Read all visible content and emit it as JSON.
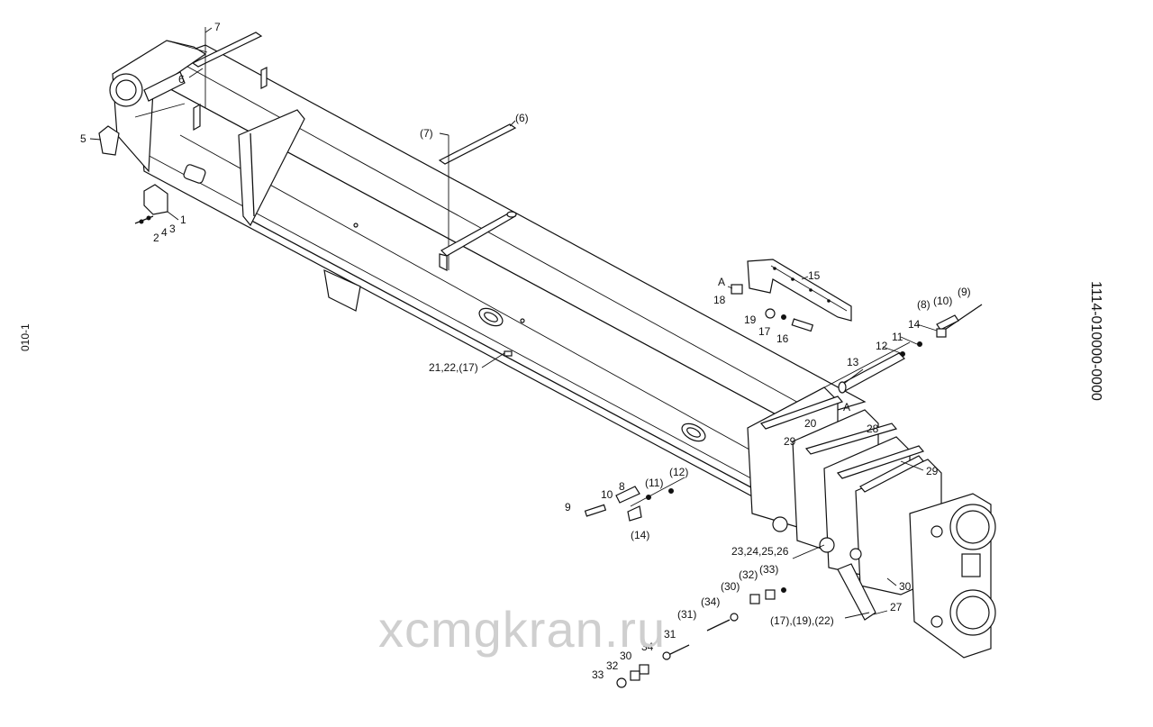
{
  "drawing_number": "1114-010000-0000",
  "side_code": "010-1",
  "watermark": "xcmgkran.ru",
  "callouts": {
    "c7_top": "7",
    "c6_top": "6",
    "c5": "5",
    "c1": "1",
    "c3": "3",
    "c4": "4",
    "c2": "2",
    "c7_mid": "(7)",
    "c6_mid": "(6)",
    "c15": "15",
    "cA_top": "A",
    "c18": "18",
    "c19": "19",
    "c17": "17",
    "c16": "16",
    "c8p": "(8)",
    "c10p": "(10)",
    "c9p": "(9)",
    "c14_r": "14",
    "c11_r": "11",
    "c12_r": "12",
    "c13": "13",
    "cA_mid": "A",
    "c21": "21,22,(17)",
    "c20": "20",
    "c28": "28",
    "c29_l": "29",
    "c29_r": "29",
    "c8": "8",
    "c11p": "(11)",
    "c12p": "(12)",
    "c10": "10",
    "c9": "9",
    "c14p": "(14)",
    "c23": "23,24,25,26",
    "c32p_a": "(32)",
    "c33p_a": "(33)",
    "c30p": "(30)",
    "c34p": "(34)",
    "c31p": "(31)",
    "c17_19_22": "(17),(19),(22)",
    "c27": "27",
    "c30_r": "30",
    "c31": "31",
    "c34": "34",
    "c30": "30",
    "c32": "32",
    "c33": "33"
  }
}
